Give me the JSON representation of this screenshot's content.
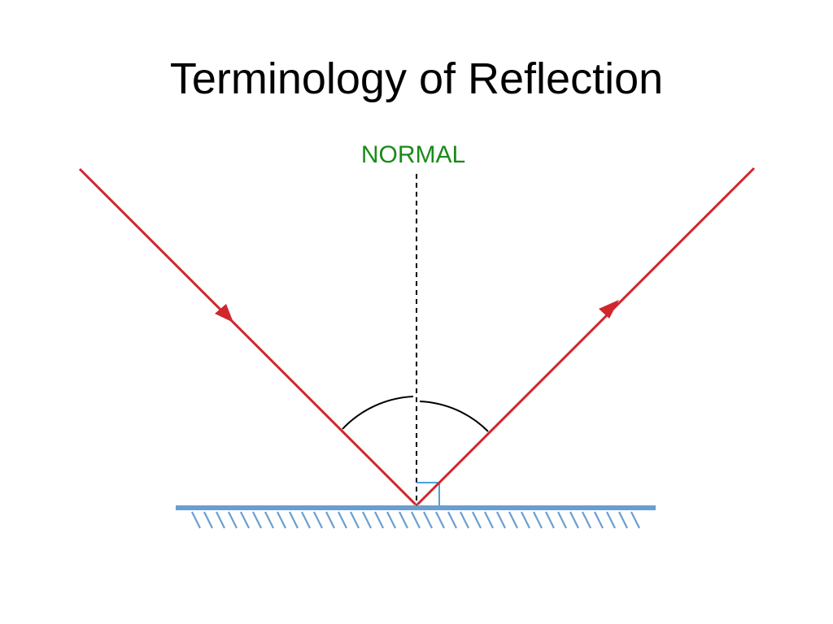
{
  "slide": {
    "title": "Terminology of Reflection"
  },
  "diagram": {
    "normal_label": "NORMAL",
    "colors": {
      "ray": "#d0262c",
      "normal_line": "#000000",
      "normal_label": "#1a8a1a",
      "mirror": "#6a9ed0",
      "hatch": "#6a9ed0",
      "angle_arc": "#000000",
      "right_angle_marker": "#4aa3df"
    },
    "icons": {
      "incident_arrow": "arrowhead-down-right",
      "reflected_arrow": "arrowhead-up-right"
    }
  }
}
